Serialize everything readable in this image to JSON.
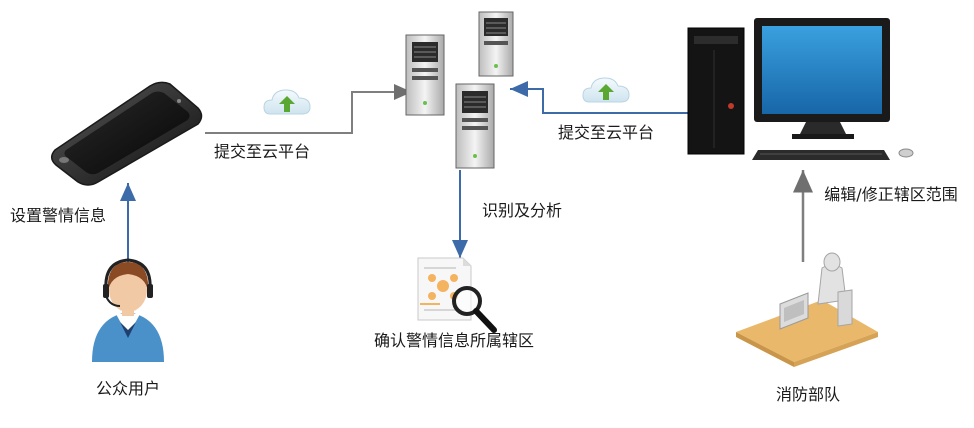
{
  "labels": {
    "set_alert_info": "设置警情信息",
    "public_user": "公众用户",
    "submit_cloud_left": "提交至云平台",
    "recognize_analyze": "识别及分析",
    "confirm_district": "确认警情信息所属辖区",
    "submit_cloud_right": "提交至云平台",
    "edit_district": "编辑/修正辖区范围",
    "fire_brigade": "消防部队"
  },
  "colors": {
    "arrow": "#7f7f7f",
    "arrow_blue": "#4a6fa5",
    "cloud": "#dfeef6",
    "cloud_arrow": "#5aa832",
    "server": "#e8e8e8",
    "monitor_screen": "#1e7bbf",
    "desk": "#e9b86b"
  }
}
